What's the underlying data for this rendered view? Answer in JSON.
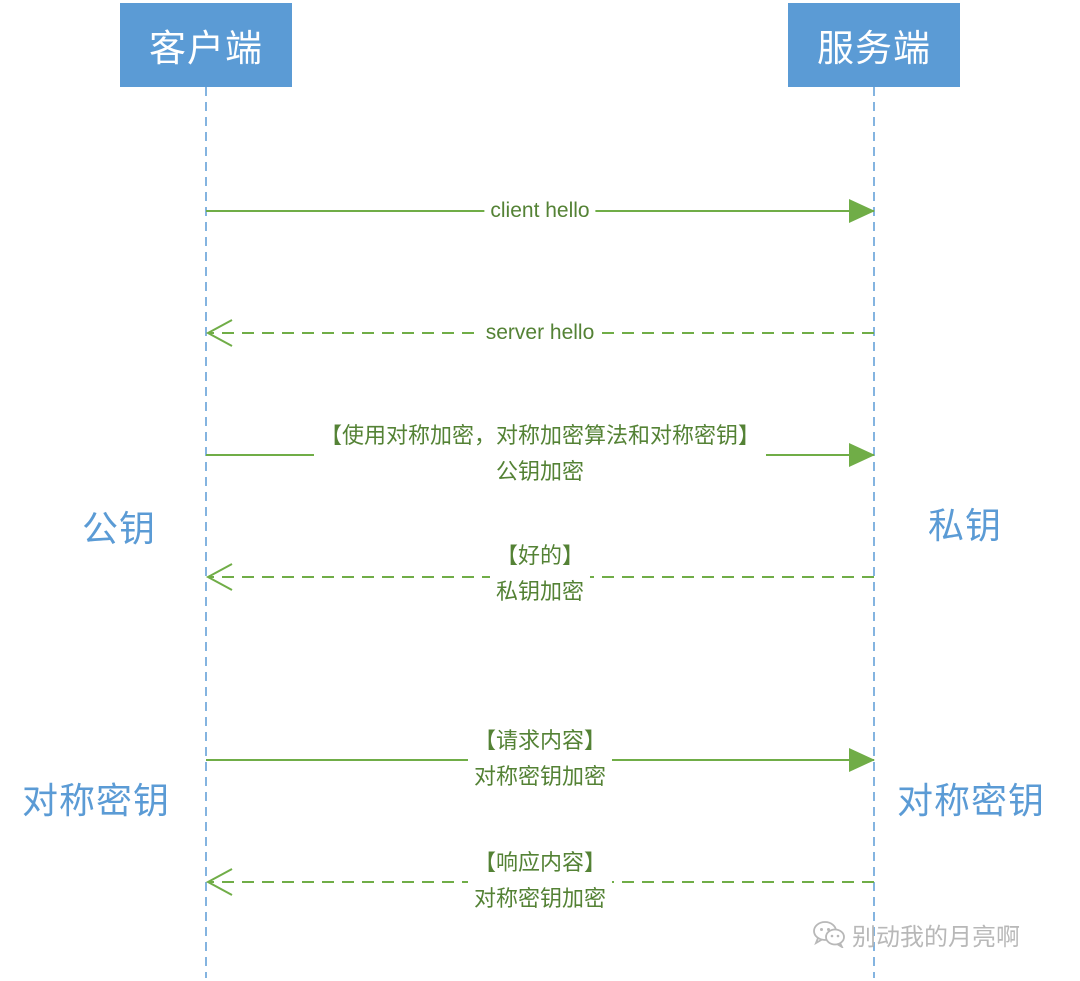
{
  "actors": {
    "client": "客户端",
    "server": "服务端"
  },
  "messages": [
    {
      "label": "client hello",
      "sub": "",
      "direction": "client-to-server",
      "style": "solid"
    },
    {
      "label": "server hello",
      "sub": "",
      "direction": "server-to-client",
      "style": "dashed"
    },
    {
      "label": "【使用对称加密，对称加密算法和对称密钥】",
      "sub": "公钥加密",
      "direction": "client-to-server",
      "style": "solid"
    },
    {
      "label": "【好的】",
      "sub": "私钥加密",
      "direction": "server-to-client",
      "style": "dashed"
    },
    {
      "label": "【请求内容】",
      "sub": "对称密钥加密",
      "direction": "client-to-server",
      "style": "solid"
    },
    {
      "label": "【响应内容】",
      "sub": "对称密钥加密",
      "direction": "server-to-client",
      "style": "dashed"
    }
  ],
  "side_labels": {
    "client_key_1": "公钥",
    "server_key_1": "私钥",
    "client_key_2": "对称密钥",
    "server_key_2": "对称密钥"
  },
  "watermark": {
    "text": "别动我的月亮啊",
    "icon": "wechat-icon"
  },
  "colors": {
    "actor_fill": "#5b9bd5",
    "lifeline": "#5b9bd5",
    "arrow": "#70ad47",
    "message_text": "#548235",
    "side_text": "#5b9bd5"
  }
}
